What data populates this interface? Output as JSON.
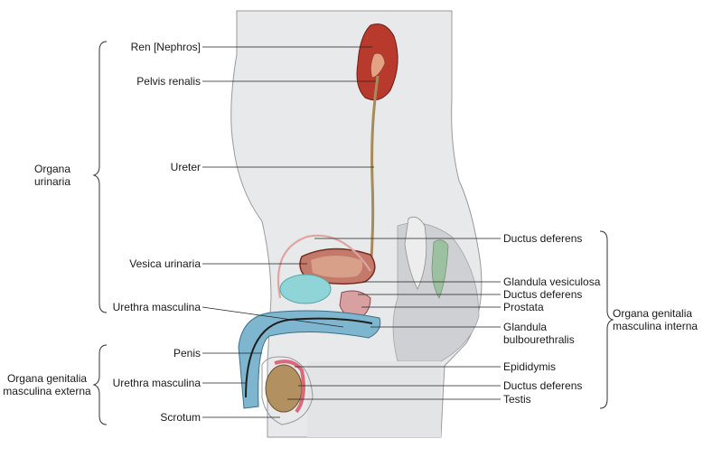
{
  "labels_left": [
    "Ren [Nephros]",
    "Pelvis renalis",
    "Ureter",
    "Vesica urinaria",
    "Urethra masculina",
    "Penis",
    "Urethra masculina",
    "Scrotum"
  ],
  "labels_right": [
    "Ductus deferens",
    "Glandula vesiculosa",
    "Ductus deferens",
    "Prostata",
    "Glandula",
    "bulbourethralis",
    "Epididymis",
    "Ductus deferens",
    "Testis"
  ],
  "groups": {
    "organa_urinaria": [
      "Organa",
      "urinaria"
    ],
    "genitalia_externa": [
      "Organa genitalia",
      "masculina externa"
    ],
    "genitalia_interna": [
      "Organa genitalia",
      "masculina interna"
    ]
  },
  "colors": {
    "kidney": "#b73a2c",
    "bladder": "#b9574a",
    "urethra_blue": "#7fb6cf",
    "seminal_cyan": "#8fd4d6",
    "testis": "#b3905f",
    "body_gray": "#e6e6e8",
    "section_shade": "#cfd0d4"
  }
}
